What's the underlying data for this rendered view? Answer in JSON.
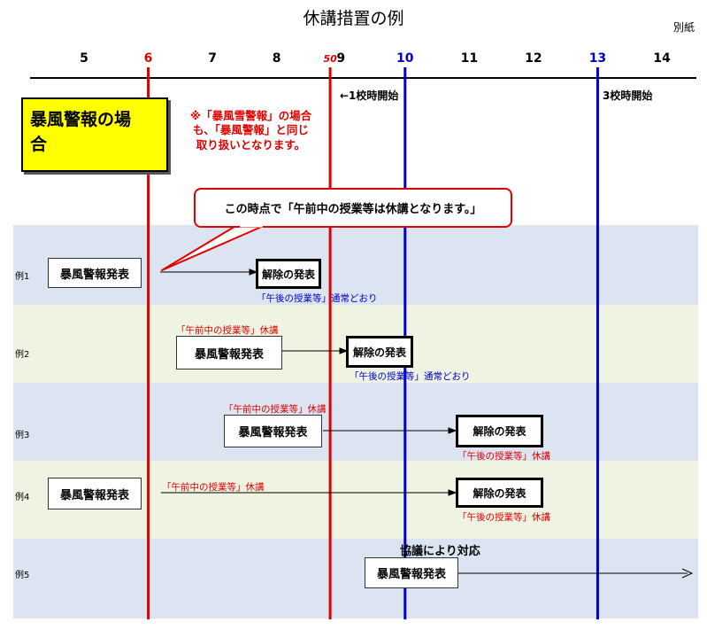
{
  "title": "休講措置の例",
  "attachment": "別紙",
  "axis": {
    "ticks": [
      {
        "label": "5",
        "hour": 5,
        "color": "#000000"
      },
      {
        "label": "6",
        "hour": 6,
        "color": "#e00000"
      },
      {
        "label": "7",
        "hour": 7,
        "color": "#000000"
      },
      {
        "label": "8",
        "hour": 8,
        "color": "#000000"
      },
      {
        "label": "50",
        "hour": 8.833,
        "color": "#e00000"
      },
      {
        "label": "9",
        "hour": 9,
        "color": "#000000"
      },
      {
        "label": "10",
        "hour": 10,
        "color": "#0000cc"
      },
      {
        "label": "11",
        "hour": 11,
        "color": "#000000"
      },
      {
        "label": "12",
        "hour": 12,
        "color": "#000000"
      },
      {
        "label": "13",
        "hour": 13,
        "color": "#0000cc"
      },
      {
        "label": "14",
        "hour": 14,
        "color": "#000000"
      }
    ],
    "key_times": [
      {
        "hour": 6,
        "color": "#e00000"
      },
      {
        "hour": 8.833,
        "color": "#e00000"
      },
      {
        "hour": 10,
        "color": "#0000cc"
      },
      {
        "hour": 13,
        "color": "#0000cc"
      }
    ],
    "period1_start": "←1校時開始",
    "period3_start": "3校時開始"
  },
  "scenario": {
    "line1": "暴風警報の場",
    "line2": "合"
  },
  "red_note": {
    "line1": "※「暴風雪警報」の場合",
    "line2": "も、「暴風警報」と同じ",
    "line3": "取り扱いとなります。"
  },
  "callout": "この時点で「午前中の授業等は休講となります。」",
  "examples": [
    {
      "label": "例1",
      "issue": "暴風警報発表",
      "release": "解除の発表",
      "note": "「午後の授業等」通常どおり",
      "morning_note": ""
    },
    {
      "label": "例2",
      "issue": "暴風警報発表",
      "release": "解除の発表",
      "note": "「午後の授業等」通常どおり",
      "morning_note": "「午前中の授業等」休講"
    },
    {
      "label": "例3",
      "issue": "暴風警報発表",
      "release": "解除の発表",
      "note": "「午後の授業等」休講",
      "morning_note": "「午前中の授業等」休講"
    },
    {
      "label": "例4",
      "issue": "暴風警報発表",
      "release": "解除の発表",
      "note": "「午後の授業等」休講",
      "morning_note": "「午前中の授業等」休講"
    },
    {
      "label": "例5",
      "issue": "暴風警報発表",
      "heading": "協議により対応"
    }
  ],
  "colors": {
    "band_blue": "#dbe4f0",
    "band_green": "#eef3e2",
    "red": "#e00000",
    "blue": "#0000cc",
    "highlight": "#ffff00"
  }
}
